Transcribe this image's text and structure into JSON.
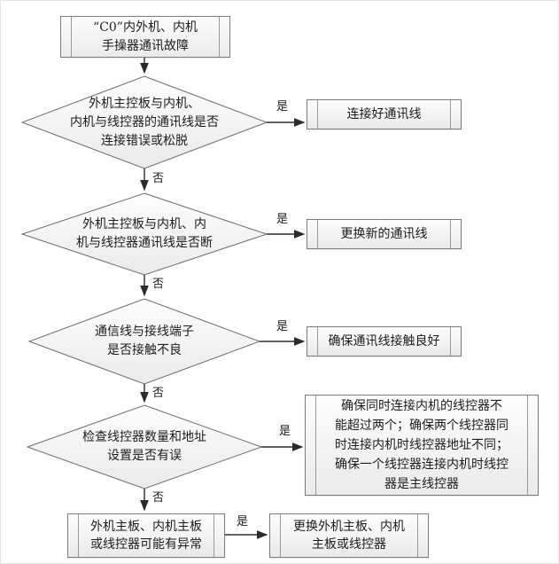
{
  "labels": {
    "yes": "是",
    "no": "否"
  },
  "nodes": {
    "start": "“C0”内外机、内机\n手操器通讯故障",
    "d1": "外机主控板与内机、\n内机与线控器的通讯线是否\n连接错误或松脱",
    "a1": "连接好通讯线",
    "d2": "外机主控板与内机、内\n机与线控器通讯线是否断",
    "a2": "更换新的通讯线",
    "d3": "通信线与接线端子\n是否接触不良",
    "a3": "确保通讯线接触良好",
    "d4": "检查线控器数量和地址\n设置是否有误",
    "a4": "确保同时连接内机的线控器不\n能超过两个；确保两个线控器同\n时连接内机时线控器地址不同；\n确保一个线控器连接内机时线控\n器是主线控器",
    "end1": "外机主板、内机主板\n或线控器可能有异常",
    "end2": "更换外机主板、内机\n主板或线控器"
  },
  "colors": {
    "box_border": "#7a7a7a",
    "box_bar": "#9a9a9a",
    "box_fill_top": "#fdfdfd",
    "box_fill_bottom": "#eaeaea",
    "arrow": "#2b2b2b",
    "text": "#1c1c1c"
  }
}
